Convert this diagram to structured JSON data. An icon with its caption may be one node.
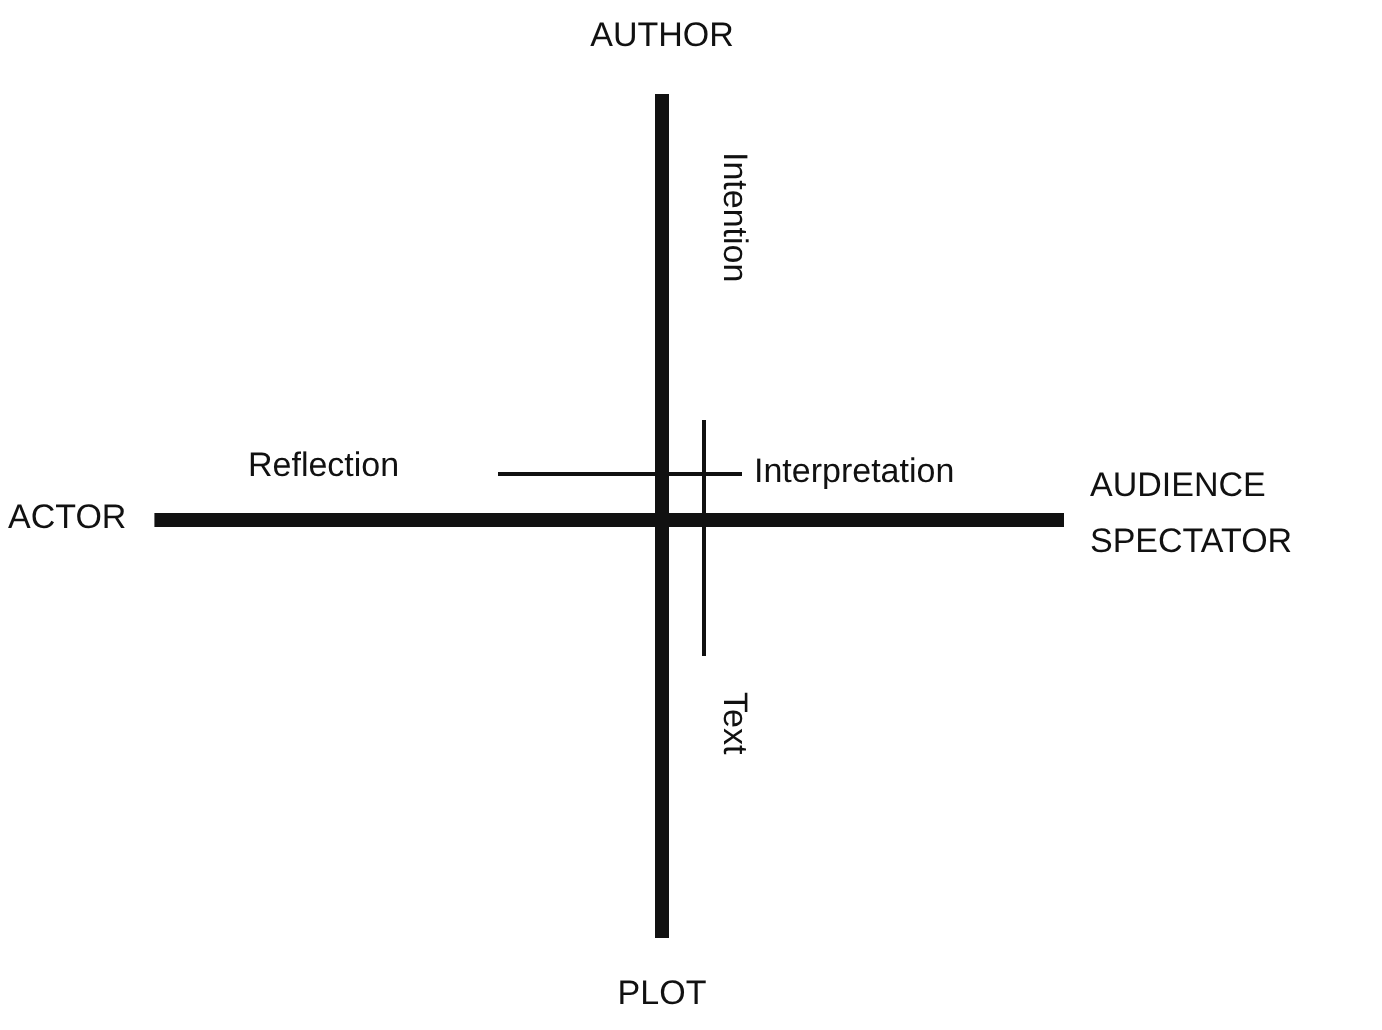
{
  "diagram": {
    "nodes": [
      {
        "text": [
          "AUTHOR"
        ]
      },
      {
        "text": [
          "PLOT"
        ]
      },
      {
        "text": [
          "ACTOR"
        ]
      },
      {
        "text": [
          "AUDIENCE SPECTATOR"
        ]
      },
      {
        "text": [
          "Reflection"
        ]
      },
      {
        "text": [
          "Interpretation"
        ]
      }
    ],
    "edges": [
      {
        "from": 0,
        "to": 1,
        "arrow": "none"
      },
      {
        "from": 2,
        "to": 3,
        "arrow": "none"
      },
      {
        "from": 4,
        "to": 5,
        "arrow": "none"
      }
    ],
    "labels": [
      "Intention",
      "Text"
    ]
  }
}
